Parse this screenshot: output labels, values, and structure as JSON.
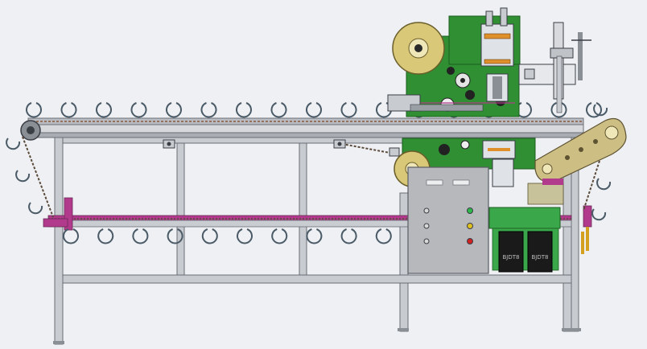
{
  "viewport": {
    "background": "#eef0f4"
  },
  "machine": {
    "colors": {
      "frame": "#c8cbd0",
      "frame_edge": "#6a6e75",
      "panel_green": "#2f8f32",
      "panel_green_dark": "#1d5e20",
      "cabinet": "#b6b8bc",
      "cam_arm": "#cdbe84",
      "magenta": "#b23a8c",
      "chain": "#5a4a3a",
      "tape_roll": "#d9c878",
      "battery": "#1a1a1a",
      "pcb_green": "#3aa84a",
      "ring": "#4a5a66"
    },
    "conveyor": {
      "upper_ring_count": 17,
      "lower_ring_count": 11
    },
    "control_cabinet": {
      "buttons": [
        {
          "name": "button-1",
          "color": "#d8d8d8"
        },
        {
          "name": "button-2",
          "color": "#d8d8d8"
        },
        {
          "name": "button-3",
          "color": "#d8d8d8"
        }
      ],
      "lamps": [
        {
          "name": "lamp-green",
          "color": "#2db84a"
        },
        {
          "name": "lamp-yellow",
          "color": "#e0c020"
        },
        {
          "name": "lamp-red",
          "color": "#d02020"
        }
      ]
    },
    "battery_labels": [
      "BJDT8",
      "BJDT8"
    ]
  }
}
